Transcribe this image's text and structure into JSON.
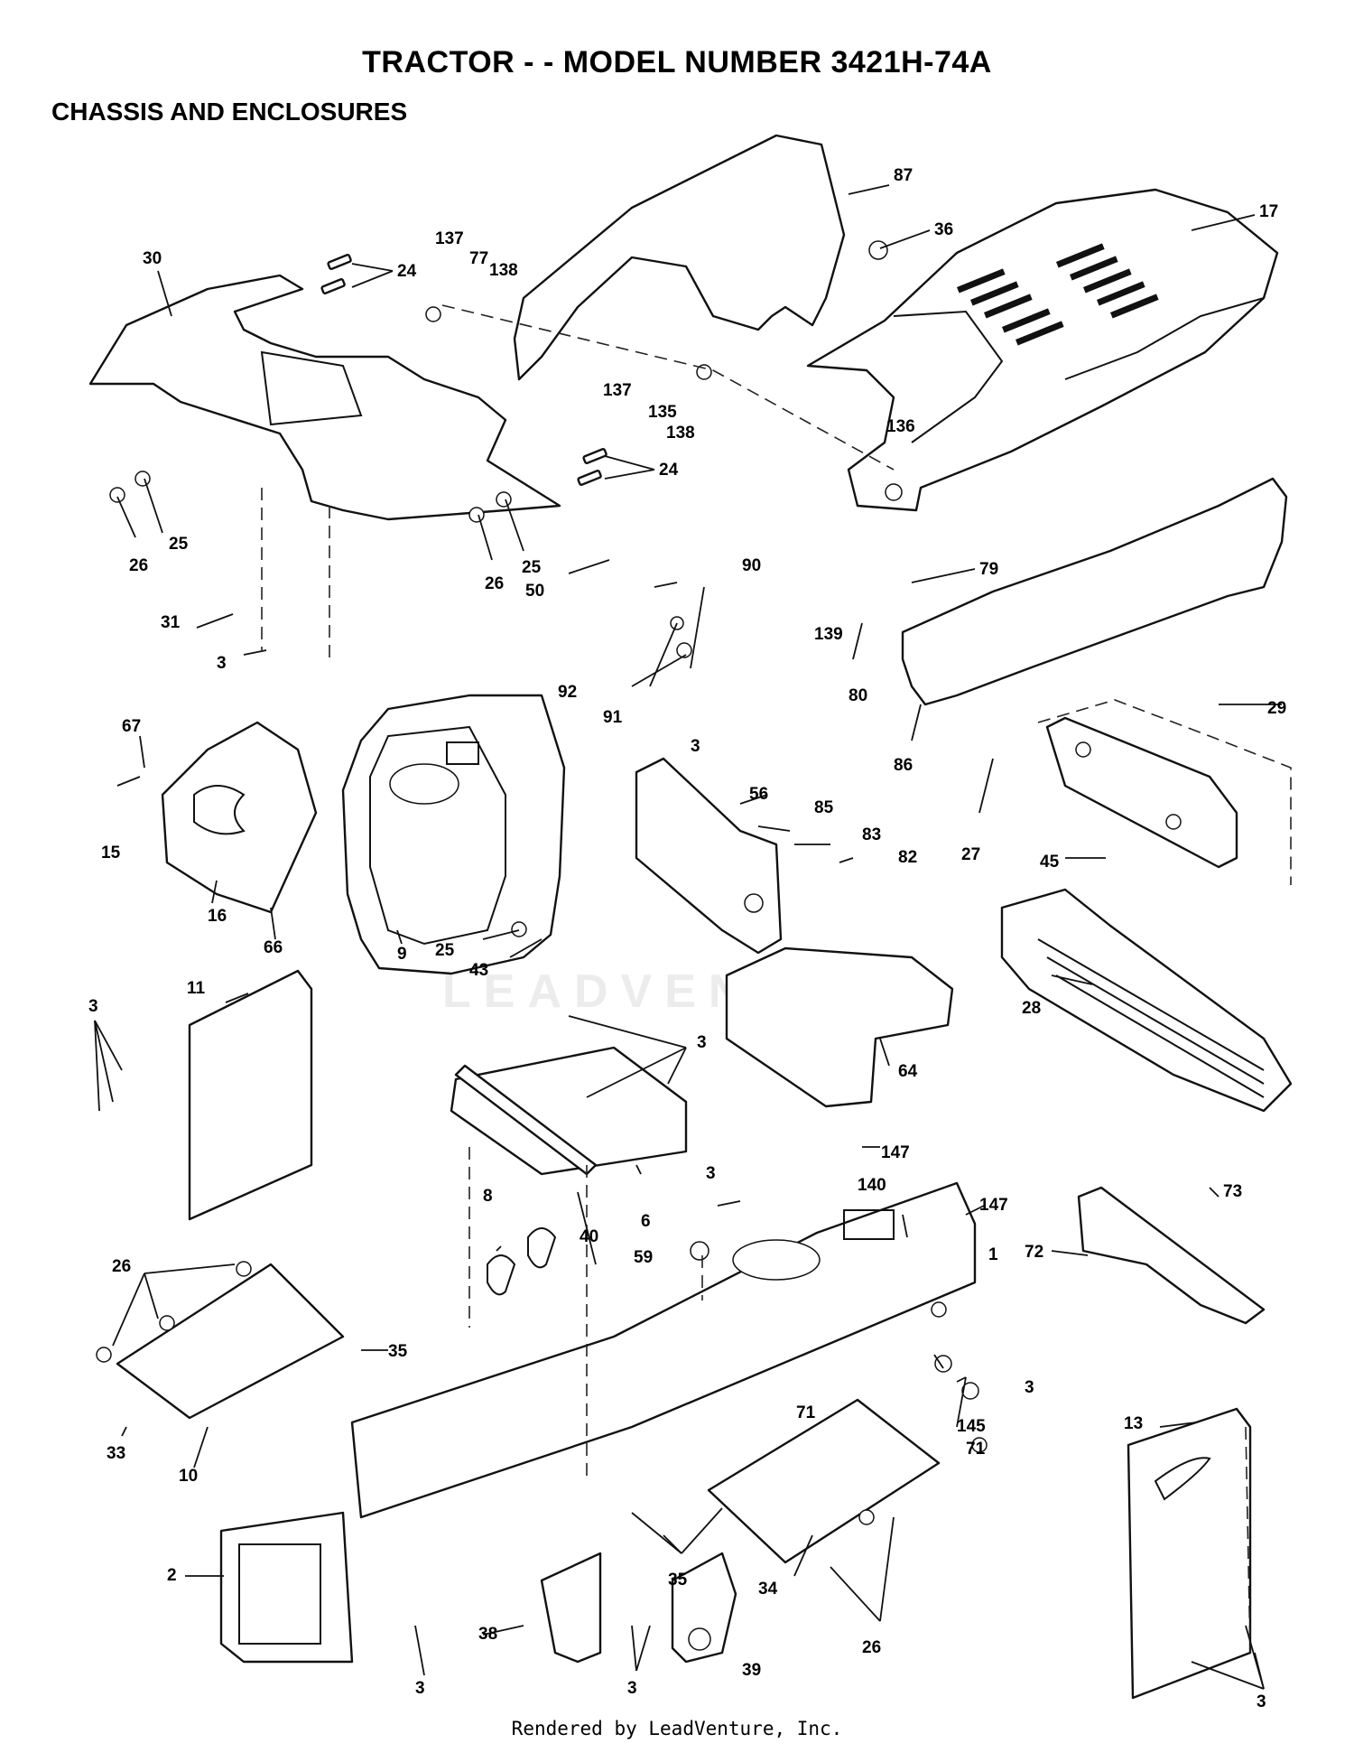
{
  "header": {
    "title": "TRACTOR - - MODEL NUMBER 3421H-74A",
    "subtitle": "CHASSIS AND ENCLOSURES"
  },
  "footer": {
    "text": "Rendered by LeadVenture, Inc."
  },
  "watermark": {
    "text": "LEADVENTURE"
  },
  "callouts": {
    "c87": "87",
    "c36": "36",
    "c17": "17",
    "c137a": "137",
    "c77": "77",
    "c138a": "138",
    "c30": "30",
    "c24a": "24",
    "c137b": "137",
    "c135": "135",
    "c138b": "138",
    "c136": "136",
    "c24b": "24",
    "c26a": "26",
    "c25a": "25",
    "c26b": "26",
    "c25b": "25",
    "c90": "90",
    "c50": "50",
    "c79": "79",
    "c139": "139",
    "c31": "31",
    "c3a": "3",
    "c92": "92",
    "c91": "91",
    "c80": "80",
    "c3b": "3",
    "c86": "86",
    "c29": "29",
    "c67": "67",
    "c15": "15",
    "c16": "16",
    "c66": "66",
    "c56": "56",
    "c85": "85",
    "c83": "83",
    "c82": "82",
    "c27": "27",
    "c45": "45",
    "c9": "9",
    "c25c": "25",
    "c43": "43",
    "c11": "11",
    "c3c": "3",
    "c28": "28",
    "c3d": "3",
    "c64": "64",
    "c147a": "147",
    "c3e": "3",
    "c140": "140",
    "c147b": "147",
    "c73": "73",
    "c8": "8",
    "c40": "40",
    "c6": "6",
    "c59": "59",
    "c1": "1",
    "c72": "72",
    "c26c": "26",
    "c35a": "35",
    "c3f": "3",
    "c71a": "71",
    "c145": "145",
    "c71b": "71",
    "c33": "33",
    "c10": "10",
    "c13": "13",
    "c2": "2",
    "c35b": "35",
    "c34": "34",
    "c38": "38",
    "c26d": "26",
    "c3g": "3",
    "c3h": "3",
    "c39": "39",
    "c3i": "3"
  }
}
